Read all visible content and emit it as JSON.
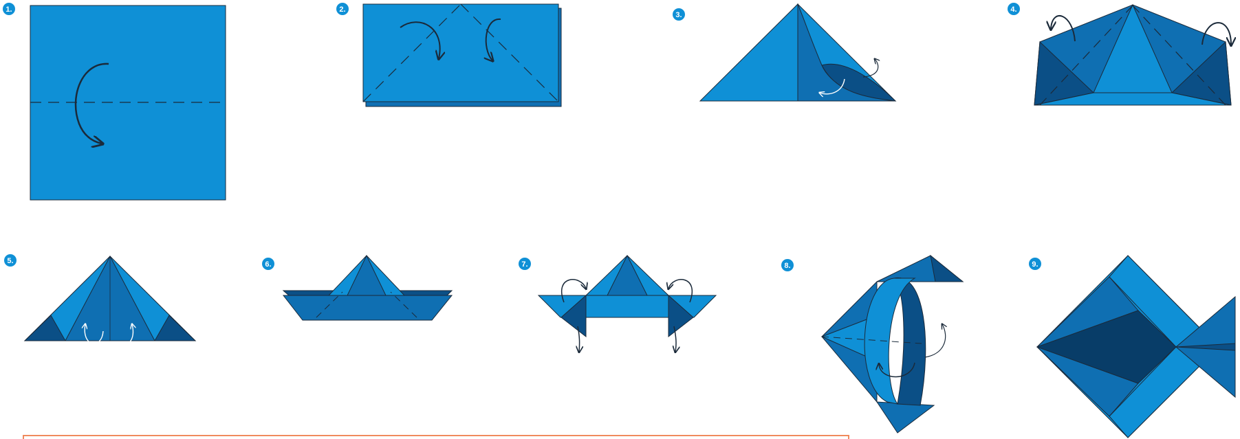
{
  "colors": {
    "light": "#0f90d6",
    "mid": "#0f6fb2",
    "dark": "#0b4f86",
    "darker": "#083d68",
    "badge": "#0f90d6",
    "frame": "#f08a5d",
    "line": "#1b2a3a"
  },
  "steps": [
    {
      "label": "1."
    },
    {
      "label": "2."
    },
    {
      "label": "3."
    },
    {
      "label": "4."
    },
    {
      "label": "5."
    },
    {
      "label": "6."
    },
    {
      "label": "7."
    },
    {
      "label": "8."
    },
    {
      "label": "9."
    }
  ]
}
